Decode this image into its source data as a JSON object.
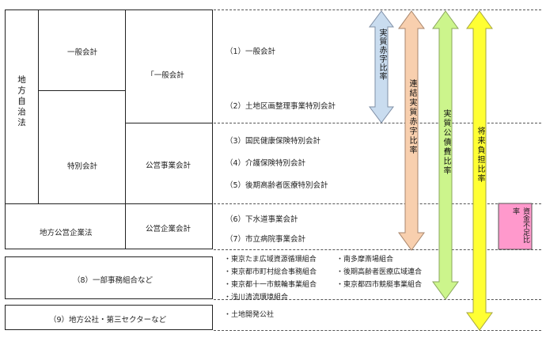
{
  "law_labels": {
    "local_autonomy_law": "地方自治法",
    "local_public_enterprise_law": "地方公営企業法"
  },
  "categories": {
    "general_account": "一般会計",
    "special_account": "特別会計",
    "ordinary_accounts": "｢一般会計",
    "public_enterprise_accounts_1": "公営事業会計",
    "public_enterprise_accounts_2": "公営企業会計"
  },
  "accounts": [
    "（1）一般会計",
    "（2）土地区画整理事業特別会計",
    "（3）国民健康保険特別会計",
    "（4）介護保険特別会計",
    "（5）後期高齢者医療特別会計",
    "（6）下水道事業会計",
    "（7）市立病院事業会計"
  ],
  "group8": {
    "label": "（8）一部事務組合など",
    "items": [
      "・東京たま広域資源循環組合",
      "・南多摩斎場組合",
      "・東京都市町村総合事務組合",
      "・後期高齢者医療広域連合",
      "・東京都十一市競輪事業組合",
      "・東京都四市競艇事業組合",
      "・浅川清流環境組合"
    ]
  },
  "group9": {
    "label": "（9）地方公社・第三セクターなど",
    "items": [
      "・土地開発公社"
    ]
  },
  "ratios": {
    "real_deficit": "実質赤字比率",
    "consolidated_real_deficit": "連結実質赤字比率",
    "real_debt_service": "実質公債費比率",
    "future_burden": "将来負担比率",
    "fund_shortage": "資金不足比率"
  },
  "colors": {
    "real_deficit": "#c9dcef",
    "consolidated_real_deficit": "#f8cfae",
    "real_debt_service": "#ccf58c",
    "future_burden": "#ffff33",
    "fund_shortage": "#ff99cc"
  }
}
